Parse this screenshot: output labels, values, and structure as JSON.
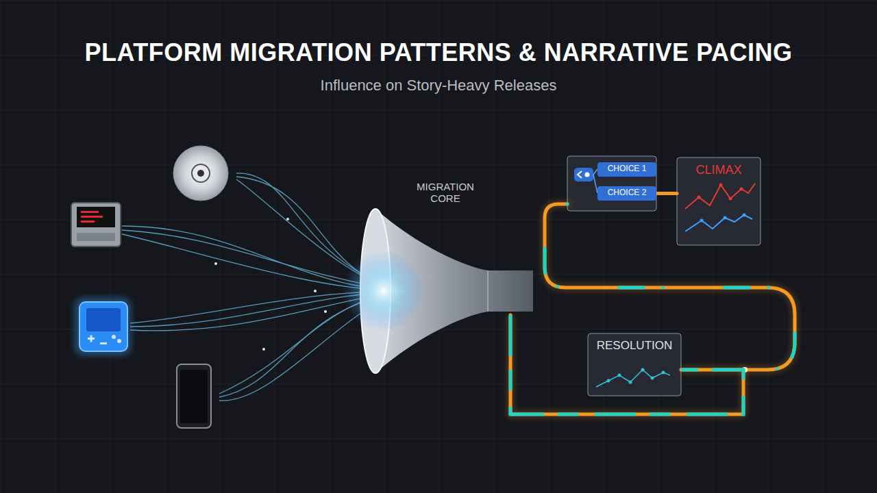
{
  "diagram": {
    "title": "PLATFORM MIGRATION PATTERNS & NARRATIVE PACING",
    "nodes": [
      {
        "text": [
          "MIGRATION CORE"
        ]
      },
      {
        "text": [
          "CHOICE 1"
        ]
      },
      {
        "text": [
          "CHOICE 2"
        ]
      },
      {
        "text": [
          "CLIMAX"
        ]
      },
      {
        "text": [
          "RESOLUTION"
        ]
      }
    ],
    "edges": [
      {
        "from": 2,
        "to": 3,
        "arrow": "none"
      },
      {
        "from": 0,
        "to": 4,
        "arrow": "none"
      }
    ],
    "labels": [
      "Influence on Story-Heavy Releases"
    ]
  }
}
